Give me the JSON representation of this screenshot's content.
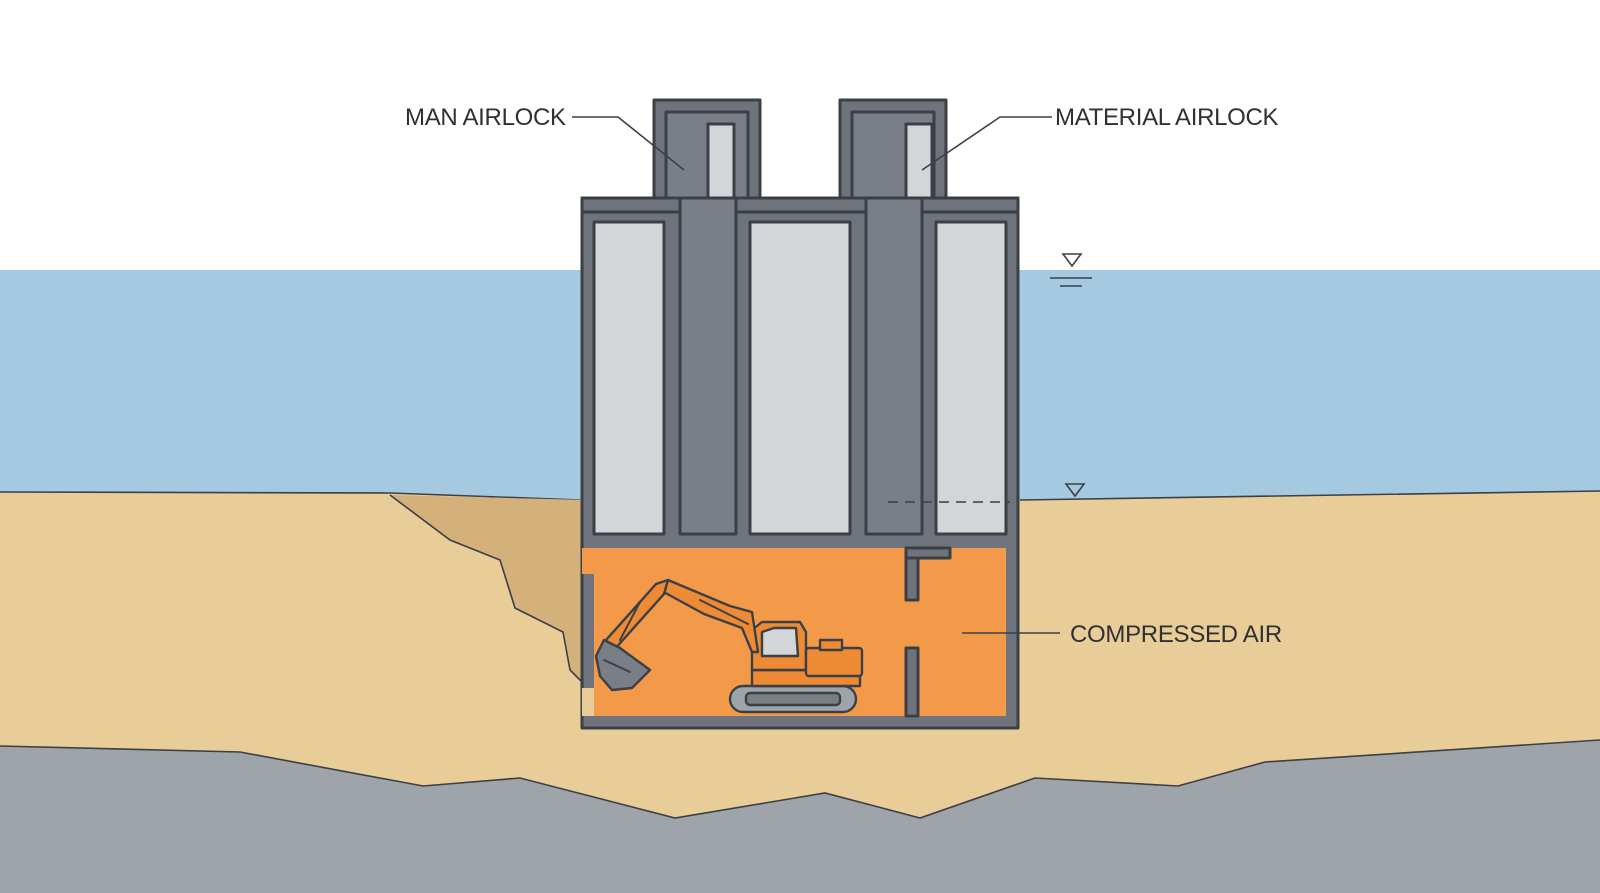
{
  "diagram": {
    "labels": {
      "man_airlock": "MAN AIRLOCK",
      "material_airlock": "MATERIAL AIRLOCK",
      "compressed_air": "COMPRESSED AIR"
    },
    "colors": {
      "sky": "#ffffff",
      "water": "#a6c9e2",
      "sand": "#e9cd98",
      "excavated_soil": "#d4b07a",
      "bedrock": "#9fa3aa",
      "caisson_wall": "#6f737b",
      "shaft": "#7a7e86",
      "fill_panel": "#d3d5d8",
      "compressed_air": "#f39a4a",
      "excavator": "#ef8a34",
      "outline": "#3b3f46"
    },
    "icons": {
      "water_level_marker": "water-level-icon",
      "groundwater_marker": "groundwater-level-icon",
      "excavator": "excavator-icon"
    }
  }
}
